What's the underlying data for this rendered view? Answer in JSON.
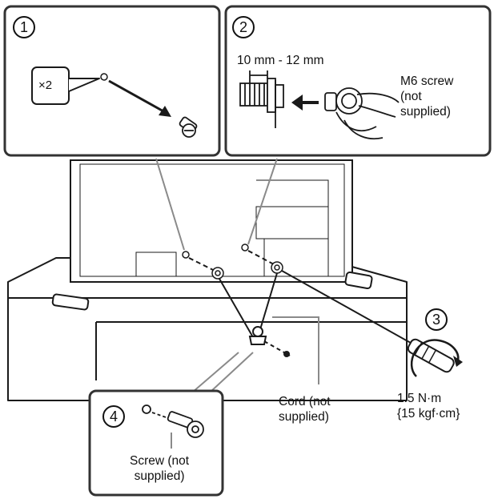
{
  "steps": {
    "s1": "1",
    "s2": "2",
    "s3": "3",
    "s4": "4"
  },
  "quantity": "×2",
  "gap": "10 mm - 12 mm",
  "m6_screw": "M6 screw\n(not\nsupplied)",
  "torque": "1.5 N·m\n{15 kgf·cm}",
  "cord": "Cord (not\nsupplied)",
  "screw": "Screw (not\nsupplied)",
  "colors": {
    "line": "#1a1a1a",
    "panel_border": "#333333",
    "gray": "#8a8a8a",
    "fill": "#ffffff"
  },
  "icons": [
    "screw-icon",
    "bracket-icon",
    "hand-icon",
    "screwdriver-icon",
    "rotation-arrow-icon",
    "arrow-icon"
  ]
}
